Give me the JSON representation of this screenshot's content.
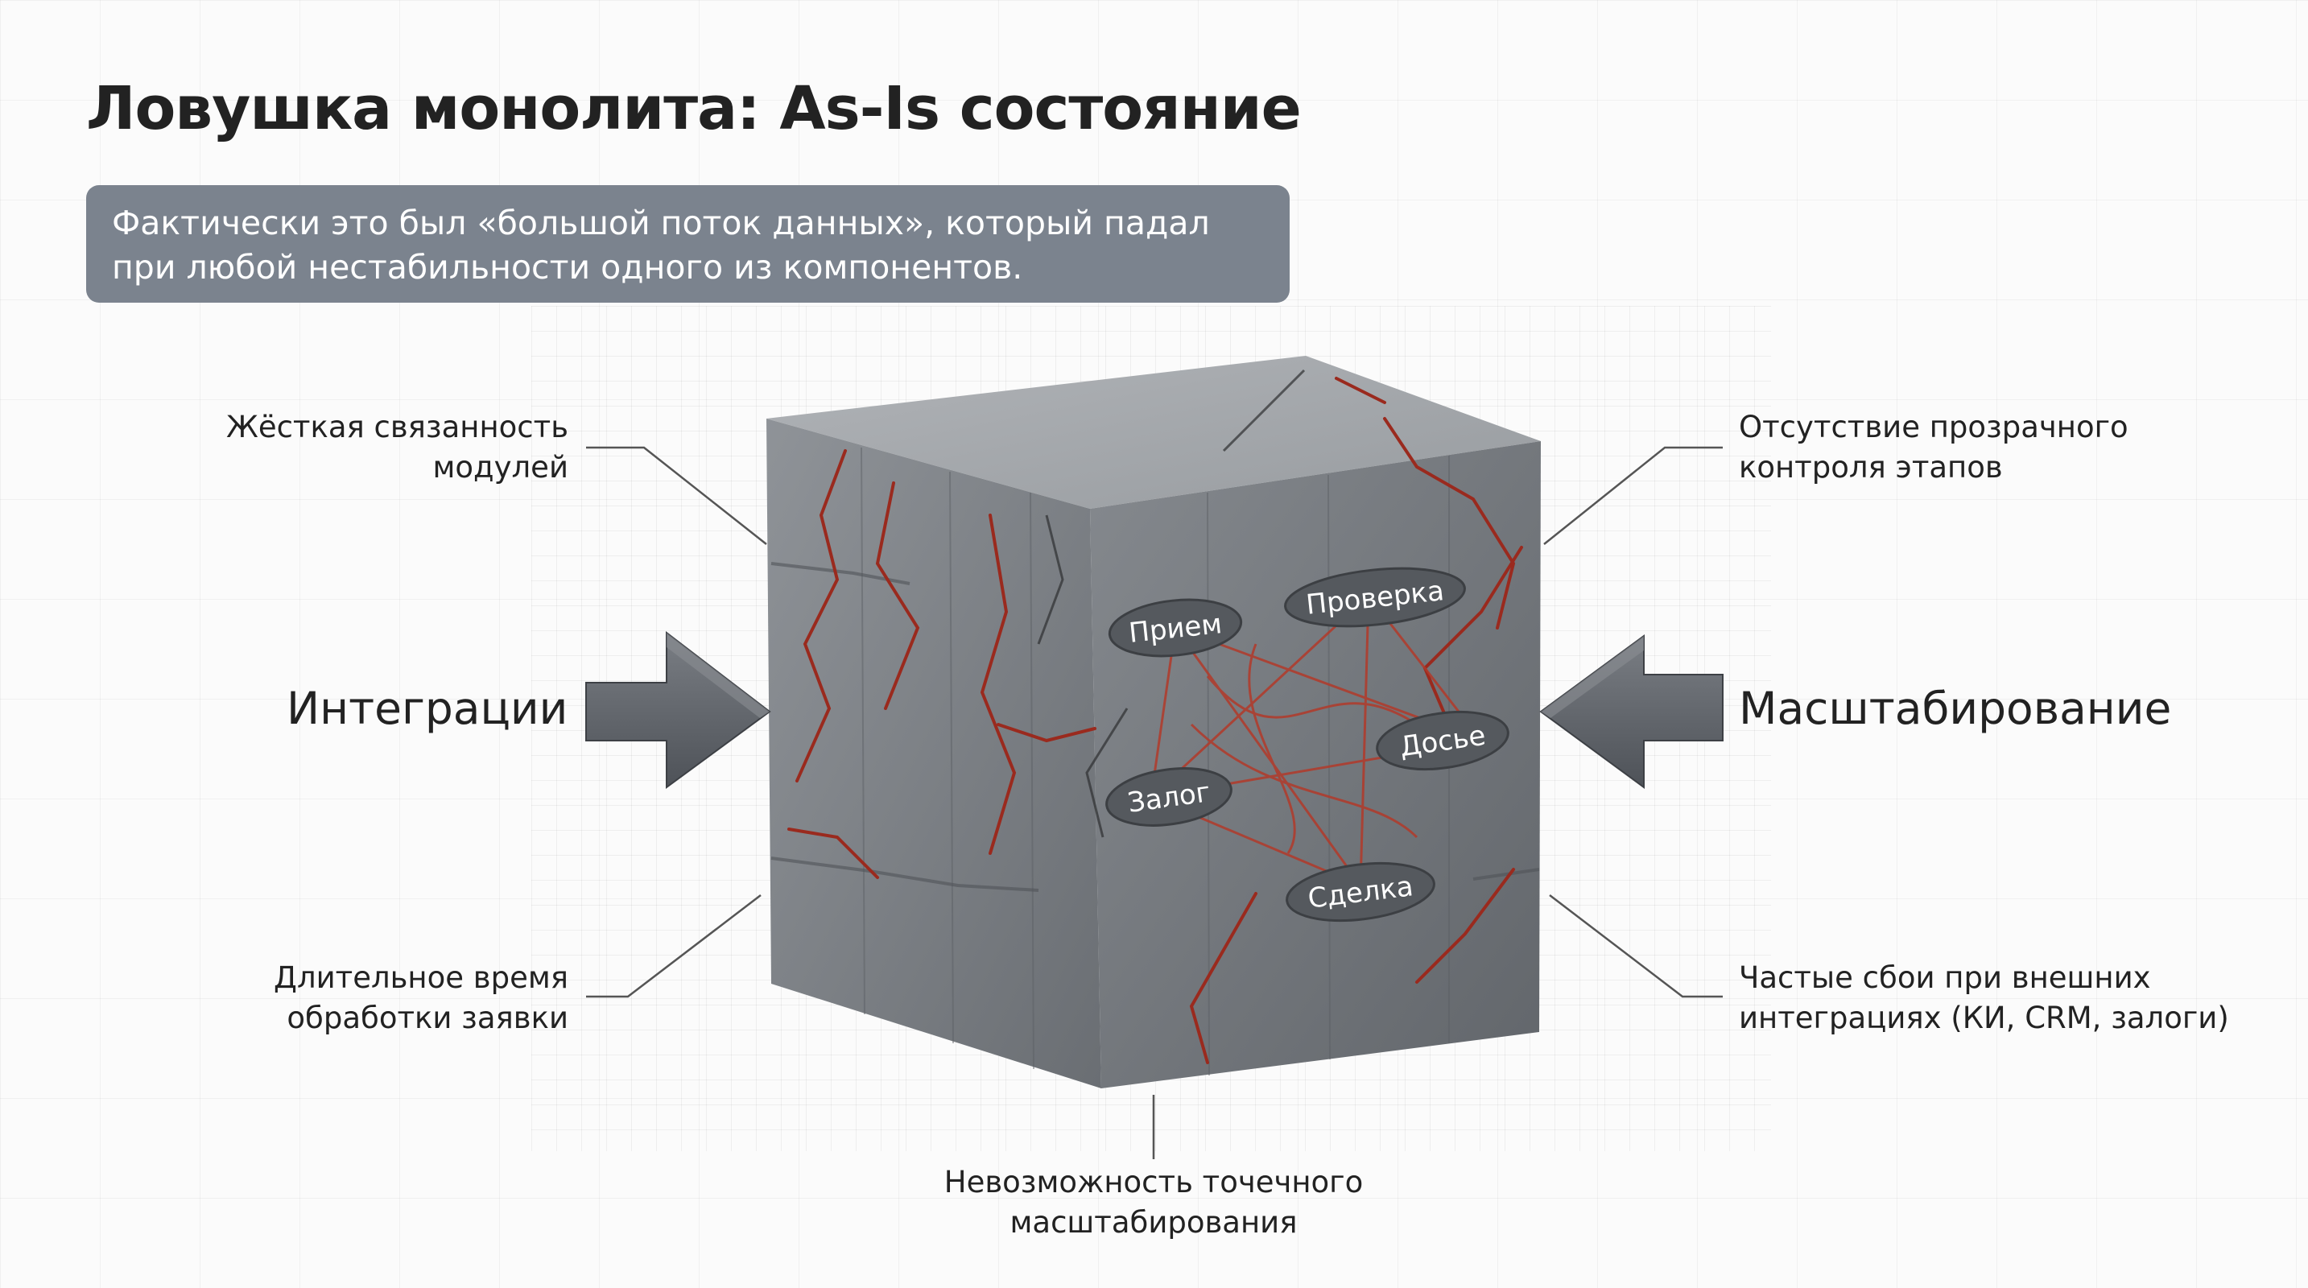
{
  "title": "Ловушка монолита: As-Is состояние",
  "subtitle": {
    "line1": "Фактически это был «большой поток данных», который падал",
    "line2": "при любой нестабильности одного из компонентов."
  },
  "callouts": {
    "tight_coupling": {
      "line1": "Жёсткая связанность",
      "line2": "модулей"
    },
    "no_transparency": {
      "line1": "Отсутствие прозрачного",
      "line2": "контроля этапов"
    },
    "long_processing": {
      "line1": "Длительное время",
      "line2": "обработки заявки"
    },
    "frequent_failures": {
      "line1": "Частые сбои при внешних",
      "line2": "интеграциях (КИ, CRM, залоги)"
    },
    "no_point_scaling": {
      "line1": "Невозможность точечного",
      "line2": "масштабирования"
    }
  },
  "forces": {
    "left": "Интеграции",
    "right": "Масштабирование"
  },
  "modules": {
    "intake": "Прием",
    "check": "Проверка",
    "dossier": "Досье",
    "collateral": "Залог",
    "deal": "Сделка"
  },
  "colors": {
    "subtitle_bg": "#7b838e",
    "concrete_front": "#777b80",
    "concrete_side": "#8d9196",
    "concrete_top": "#a0a4a8",
    "crack": "#9a2a1e",
    "arrow": "#5f6369"
  }
}
